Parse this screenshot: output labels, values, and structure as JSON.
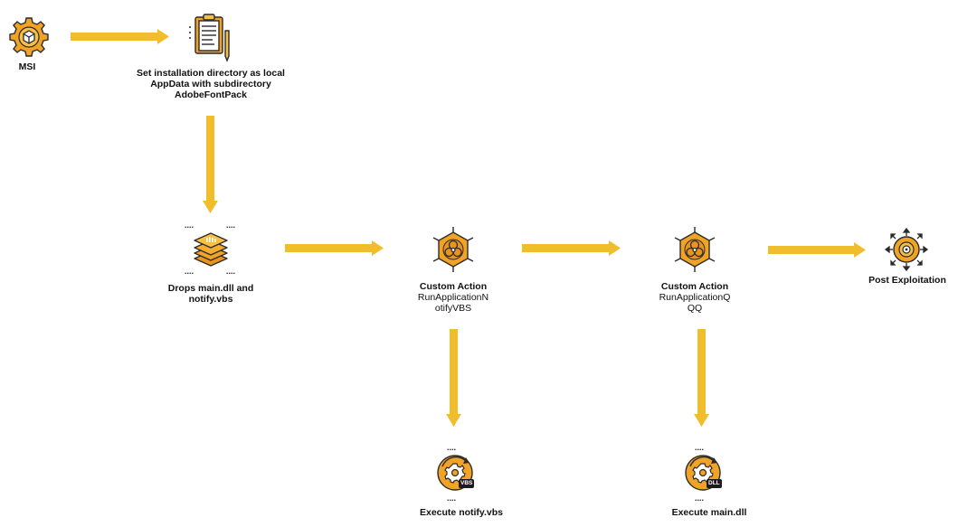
{
  "colors": {
    "arrow": "#F0BE2C",
    "icon_orange": "#F1A325",
    "icon_dark": "#2B2B2B",
    "text": "#111111"
  },
  "nodes": {
    "msi": {
      "label": "MSI",
      "icon": "gear-box-icon"
    },
    "install_dir": {
      "label": "Set installation directory as local AppData with subdirectory AdobeFontPack",
      "icon": "clipboard-icon"
    },
    "drops": {
      "label": "Drops main.dll and notify.vbs",
      "icon": "layers-icon"
    },
    "custom_action_1": {
      "title": "Custom Action",
      "subtitle_line1": "RunApplicationN",
      "subtitle_line2": "otifyVBS",
      "icon": "biohazard-hexagon-icon"
    },
    "custom_action_2": {
      "title": "Custom Action",
      "subtitle_line1": "RunApplicationQ",
      "subtitle_line2": "QQ",
      "icon": "biohazard-hexagon-icon"
    },
    "post_exploitation": {
      "label": "Post Exploitation",
      "icon": "target-arrows-icon"
    },
    "execute_vbs": {
      "label": "Execute notify.vbs",
      "badge": "VBS",
      "icon": "gear-refresh-icon"
    },
    "execute_dll": {
      "label": "Execute main.dll",
      "badge": "DLL",
      "icon": "gear-refresh-icon"
    }
  },
  "install_dir_lines": [
    "Set installation directory as local",
    "AppData with subdirectory",
    "AdobeFontPack"
  ],
  "drops_lines": [
    "Drops main.dll and",
    "notify.vbs"
  ],
  "dots": "...."
}
